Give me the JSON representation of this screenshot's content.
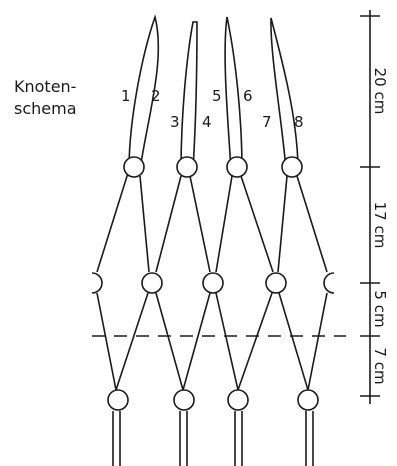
{
  "title": {
    "line1": "Knoten-",
    "line2": "schema"
  },
  "cords": [
    "1",
    "2",
    "3",
    "4",
    "5",
    "6",
    "7",
    "8"
  ],
  "dimensions": [
    "20 cm",
    "17 cm",
    "5 cm",
    "7 cm"
  ],
  "colors": {
    "line": "#1a1a1a",
    "knot_fill": "#ffffff",
    "background": "#ffffff"
  }
}
